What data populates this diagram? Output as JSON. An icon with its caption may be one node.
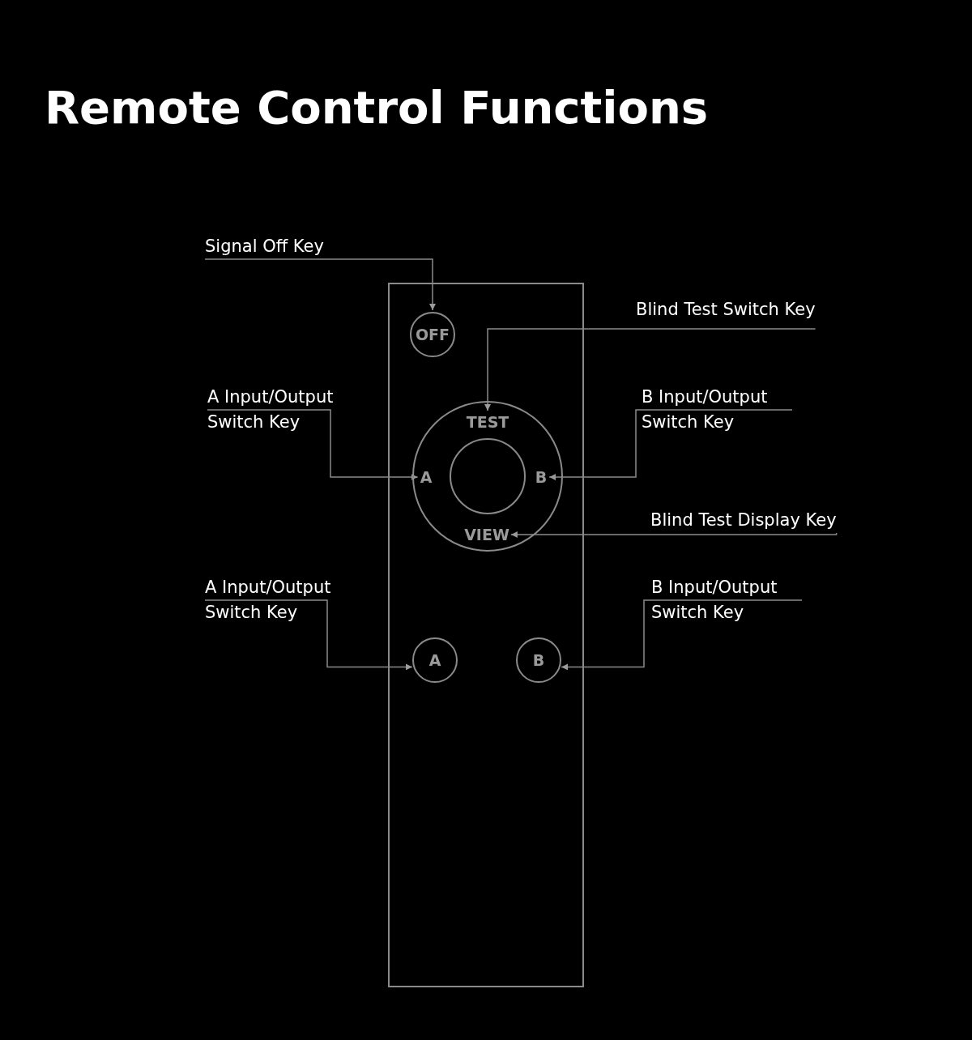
{
  "diagram": {
    "title": "Remote Control Functions",
    "nodes": [
      {
        "text": [],
        "shape": "box"
      },
      {
        "text": [
          "OFF"
        ],
        "in": 0
      },
      {
        "text": [],
        "shape": "circle",
        "in": 0
      },
      {
        "text": [
          "TEST"
        ],
        "in": 2
      },
      {
        "text": [
          "A"
        ],
        "in": 2
      },
      {
        "text": [
          "B"
        ],
        "in": 2
      },
      {
        "text": [
          "VIEW"
        ],
        "in": 2
      },
      {
        "text": [],
        "shape": "circle",
        "in": 2
      },
      {
        "text": [
          "A"
        ],
        "in": 0
      },
      {
        "text": [
          "B"
        ],
        "in": 0
      },
      {
        "text": [
          "Signal Off Key"
        ]
      },
      {
        "text": [
          "Blind Test Switch Key"
        ]
      },
      {
        "text": [
          "A Input/Output Switch Key"
        ]
      },
      {
        "text": [
          "B Input/Output Switch Key"
        ]
      },
      {
        "text": [
          "Blind Test Display Key"
        ]
      },
      {
        "text": [
          "A Input/Output Switch Key"
        ]
      },
      {
        "text": [
          "B Input/Output Switch Key"
        ]
      }
    ],
    "edges": [
      {
        "from": 10,
        "to": 1,
        "arrow": "to"
      },
      {
        "from": 11,
        "to": 3,
        "arrow": "to"
      },
      {
        "from": 12,
        "to": 4,
        "arrow": "to"
      },
      {
        "from": 13,
        "to": 5,
        "arrow": "to"
      },
      {
        "from": 14,
        "to": 6,
        "arrow": "to"
      },
      {
        "from": 15,
        "to": 8,
        "arrow": "to"
      },
      {
        "from": 16,
        "to": 9,
        "arrow": "to"
      }
    ]
  }
}
